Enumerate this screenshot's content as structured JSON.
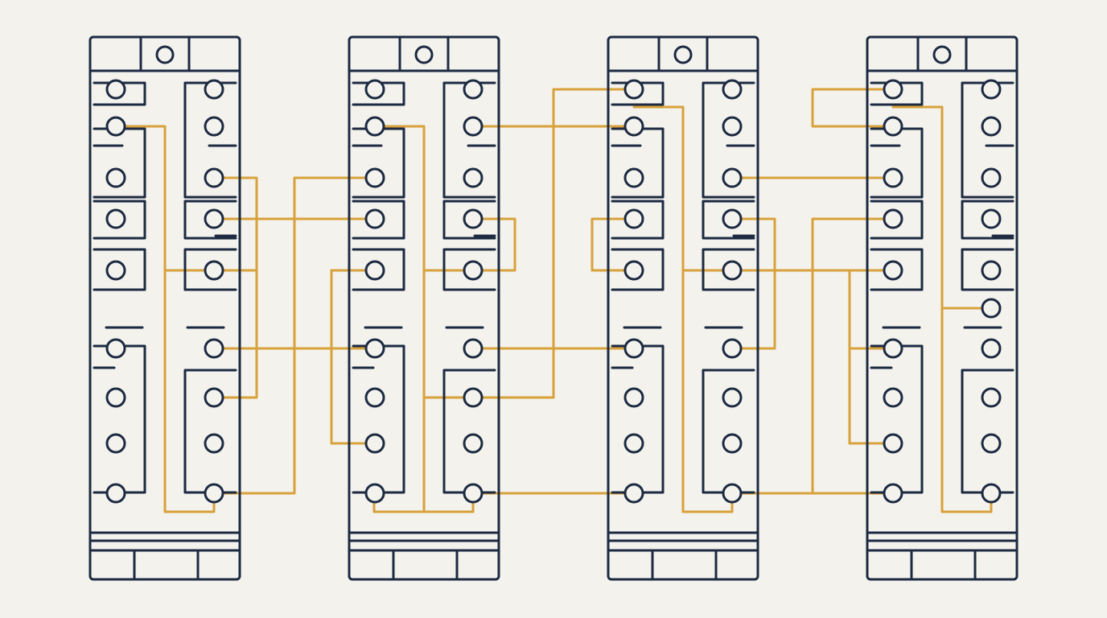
{
  "diagram": {
    "type": "patch-wiring",
    "module_count": 4,
    "terminal_rows_per_side": 10,
    "colors": {
      "background": "#f3f2ec",
      "module_outline": "#1c2a42",
      "wire": "#d9a13b"
    },
    "icons": {
      "terminal": "terminal-icon",
      "mount_hole": "mount-hole-icon"
    },
    "wire_count": 22
  }
}
